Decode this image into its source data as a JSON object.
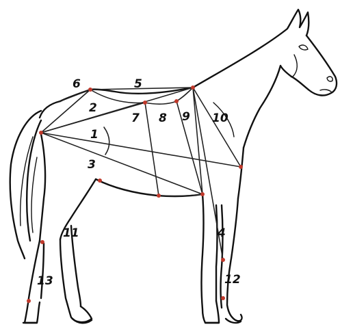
{
  "labels": {
    "l1": "1",
    "l2": "2",
    "l3": "3",
    "l4": "4",
    "l5": "5",
    "l6": "6",
    "l7": "7",
    "l8": "8",
    "l9": "9",
    "l10": "10",
    "l11": "11",
    "l12": "12",
    "l13": "13"
  },
  "colors": {
    "outline": "#111111",
    "measure_point": "#c0392b"
  }
}
